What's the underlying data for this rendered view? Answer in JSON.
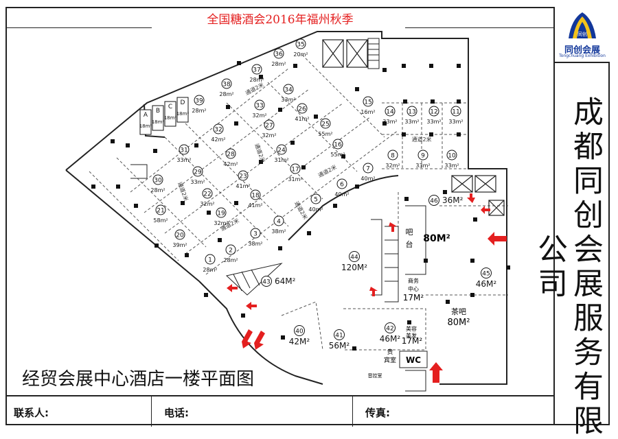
{
  "header": {
    "title": "全国糖酒会2016年福州秋季"
  },
  "logo": {
    "name_cn": "同创会展",
    "name_en": "Tongchuang Exhibition",
    "mark_text": "同创"
  },
  "side_company": "成都同创会展服务有限公司",
  "plan_title": "经贸会展中心酒店一楼平面图",
  "footer": {
    "contact_label": "联系人:",
    "phone_label": "电话:",
    "fax_label": "传真:"
  },
  "booths": [
    {
      "num": "1",
      "area": "28m²"
    },
    {
      "num": "2",
      "area": "28m²"
    },
    {
      "num": "3",
      "area": "38m²"
    },
    {
      "num": "4",
      "area": "38m²"
    },
    {
      "num": "5",
      "area": "40m²"
    },
    {
      "num": "6",
      "area": "40m²"
    },
    {
      "num": "7",
      "area": "40m²"
    },
    {
      "num": "8",
      "area": "32m²"
    },
    {
      "num": "9",
      "area": "33m²"
    },
    {
      "num": "10",
      "area": "33m²"
    },
    {
      "num": "11",
      "area": "33m²"
    },
    {
      "num": "12",
      "area": "33m²"
    },
    {
      "num": "13",
      "area": "33m²"
    },
    {
      "num": "14",
      "area": "33m²"
    },
    {
      "num": "15",
      "area": "16m²"
    },
    {
      "num": "16",
      "area": "55m²"
    },
    {
      "num": "17",
      "area": "31m²"
    },
    {
      "num": "18",
      "area": "41m²"
    },
    {
      "num": "19",
      "area": "32m²"
    },
    {
      "num": "20",
      "area": "39m²"
    },
    {
      "num": "21",
      "area": "58m²"
    },
    {
      "num": "22",
      "area": "32m²"
    },
    {
      "num": "23",
      "area": "41m²"
    },
    {
      "num": "24",
      "area": "31m²"
    },
    {
      "num": "25",
      "area": "55m²"
    },
    {
      "num": "26",
      "area": "41m²"
    },
    {
      "num": "27",
      "area": "32m²"
    },
    {
      "num": "28",
      "area": "42m²"
    },
    {
      "num": "29",
      "area": "33m²"
    },
    {
      "num": "30",
      "area": "28m²"
    },
    {
      "num": "31",
      "area": "33m²"
    },
    {
      "num": "32",
      "area": "42m²"
    },
    {
      "num": "33",
      "area": "32m²"
    },
    {
      "num": "34",
      "area": "33m²"
    },
    {
      "num": "35",
      "area": "20m²"
    },
    {
      "num": "36",
      "area": "28m²"
    },
    {
      "num": "37",
      "area": "28m²"
    },
    {
      "num": "38",
      "area": "28m²"
    },
    {
      "num": "39",
      "area": "28m²"
    }
  ],
  "letter_booths": [
    {
      "letter": "A",
      "area": "18m²"
    },
    {
      "letter": "B",
      "area": "18m²"
    },
    {
      "letter": "C",
      "area": "18m²"
    },
    {
      "letter": "D",
      "area": "18m²"
    }
  ],
  "halls": [
    {
      "num": "40",
      "area": "42M²"
    },
    {
      "num": "41",
      "area": "56M²"
    },
    {
      "num": "42",
      "area": "46M²"
    },
    {
      "num": "43",
      "area": "64M²"
    },
    {
      "num": "44",
      "area": "120M²"
    },
    {
      "num": "45",
      "area": "46M²"
    },
    {
      "num": "46",
      "area": "36M²"
    }
  ],
  "rooms": {
    "bar": "吧台",
    "bar_area": "80M²",
    "business_center": "商务中心",
    "business_area": "17M²",
    "tea_bar": "茶吧",
    "tea_area": "80M²",
    "beauty_salon": "美容美发",
    "beauty_area": "17M²",
    "wc": "WC",
    "vip_room": "贵宾室",
    "storage": "音控室",
    "corridor": "通道2米"
  }
}
